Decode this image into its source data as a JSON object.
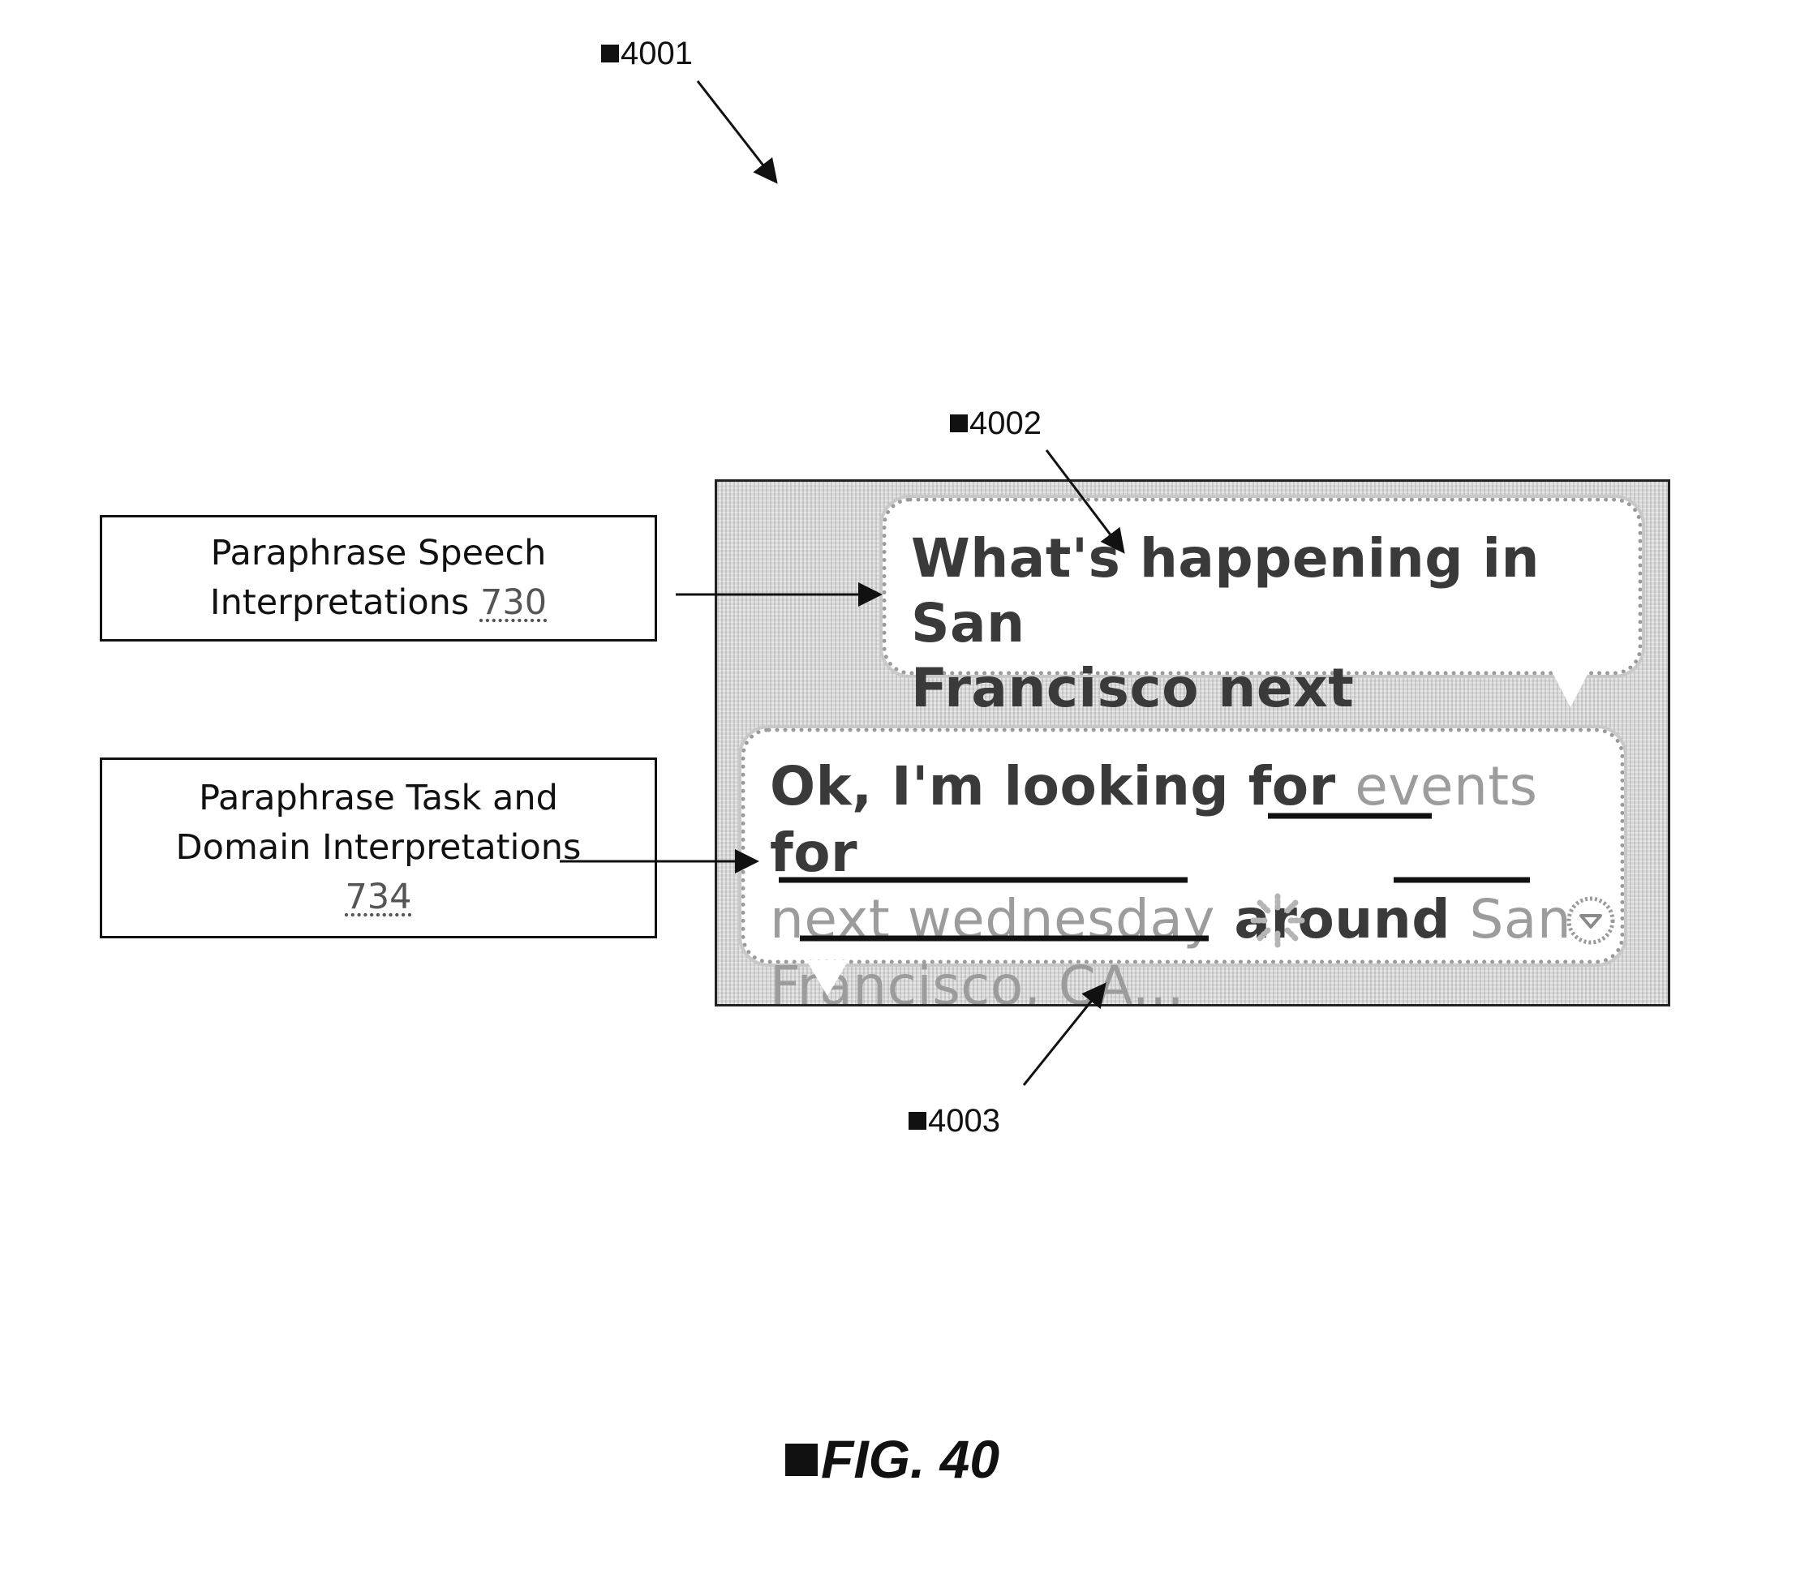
{
  "figure": {
    "ref_main": "4001",
    "ref_user_bubble": "4002",
    "ref_assistant_bubble": "4003",
    "caption": "FIG. 40"
  },
  "labels": {
    "speech": {
      "line1": "Paraphrase Speech",
      "line2": "Interpretations ",
      "ref": "730"
    },
    "task_domain": {
      "line1": "Paraphrase Task and",
      "line2": "Domain Interpretations",
      "ref": "734"
    }
  },
  "screen": {
    "user_bubble": {
      "line1": "What's happening in San",
      "line2": "Francisco next Wednesday"
    },
    "assistant_bubble": {
      "part1": "Ok, I'm looking for ",
      "hl1": "events",
      "part2": " for",
      "hl2": "next wednesday",
      "part3": " around ",
      "hl3": "San",
      "hl4": "Francisco, CA...",
      "spinner_icon": "spinner-icon",
      "chevron_icon": "chevron-down-circle-icon"
    }
  }
}
